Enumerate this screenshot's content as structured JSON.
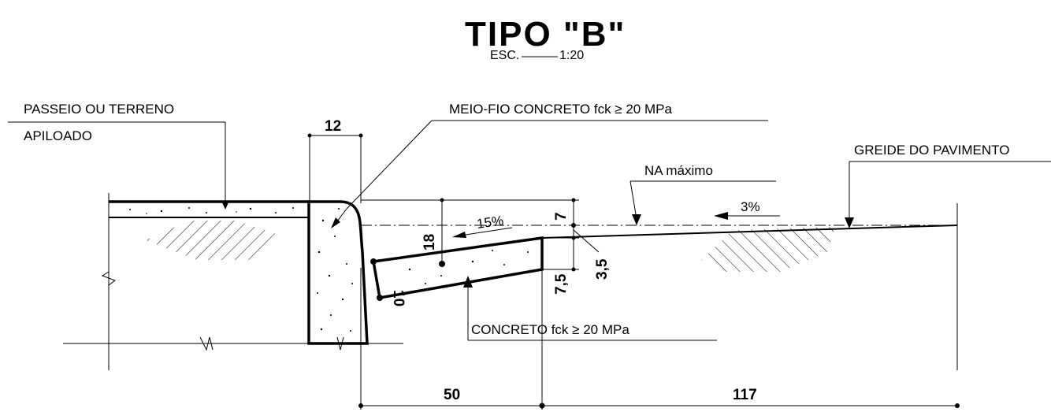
{
  "title": "TIPO  \"B\"",
  "scale": {
    "label": "ESC.",
    "value": "1:20"
  },
  "labels": {
    "passeio_line1": "PASSEIO OU TERRENO",
    "passeio_line2": "APILOADO",
    "meio_fio": "MEIO-FIO CONCRETO fck ≥ 20 MPa",
    "greide": "GREIDE DO PAVIMENTO",
    "na_maximo": "NA máximo",
    "concreto": "CONCRETO fck ≥ 20 MPa"
  },
  "slopes": {
    "gutter": "15%",
    "pavement": "3%"
  },
  "dimensions": {
    "curb_width": "12",
    "curb_above_gutter": "18",
    "water_depth": "7",
    "gutter_thickness": "10",
    "gutter_edge_drop": "3,5",
    "gutter_edge_thickness": "7,5",
    "gutter_width": "50",
    "pavement_width": "117"
  }
}
